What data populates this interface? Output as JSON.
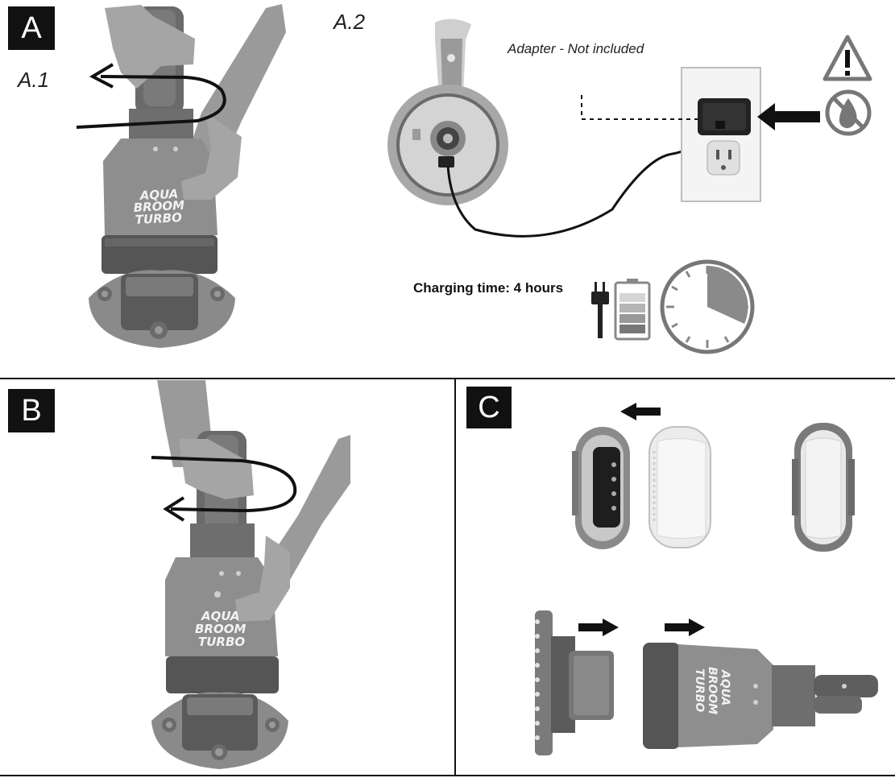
{
  "panels": {
    "a": {
      "badge": "A",
      "step1_label": "A.1",
      "step2_label": "A.2",
      "adapter_note": "Adapter - Not included",
      "charging_text": "Charging time: 4 hours",
      "device_brand": [
        "AQUA",
        "BROOM",
        "TURBO"
      ]
    },
    "b": {
      "badge": "B",
      "device_brand": [
        "AQUA",
        "BROOM",
        "TURBO"
      ]
    },
    "c": {
      "badge": "C",
      "device_brand": [
        "AQUA",
        "BROOM",
        "TURBO"
      ]
    }
  },
  "icons": [
    "warning-icon",
    "no-water-icon",
    "plug-icon",
    "battery-icon",
    "clock-icon",
    "arrow-left-icon",
    "arrow-right-icon",
    "rotate-arrow-icon"
  ],
  "colors": {
    "ink": "#111111",
    "device_body": "#8a8a8a",
    "device_dark": "#5e5e5e",
    "skin": "#9a9a9a"
  }
}
